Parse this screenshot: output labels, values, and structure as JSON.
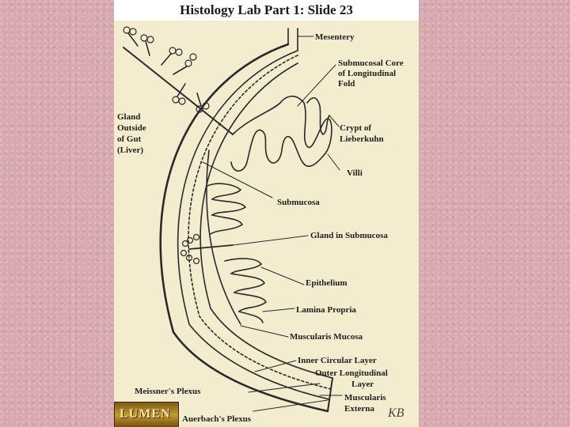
{
  "slide": {
    "title": "Histology Lab Part 1: Slide 23"
  },
  "labels": {
    "mesentery": "Mesentery",
    "submucosal_core": [
      "Submucosal Core",
      "of Longitudinal",
      "Fold"
    ],
    "crypt": [
      "Crypt of",
      "Lieberkuhn"
    ],
    "villi": "Villi",
    "gland_outside": [
      "Gland",
      "Outside",
      "of Gut",
      "(Liver)"
    ],
    "submucosa": "Submucosa",
    "gland_in_submucosa": "Gland in Submucosa",
    "epithelium": "Epithelium",
    "lamina_propria": "Lamina Propria",
    "muscularis_mucosa": "Muscularis Mucosa",
    "inner_circular": "Inner Circular Layer",
    "outer_longitudinal": [
      "Outer Longitudinal",
      "Layer"
    ],
    "meissner": "Meissner's Plexus",
    "muscularis_externa": [
      "Muscularis",
      "Externa"
    ],
    "auerbach": "Auerbach's Plexus"
  },
  "logo": {
    "text": "LUMEN",
    "signature": "KB"
  },
  "colors": {
    "page_bg": "#d8a9b0",
    "slide_bg": "#f3ecce",
    "ink": "#1f1f1f",
    "logo_gold": "#c79a2a"
  }
}
